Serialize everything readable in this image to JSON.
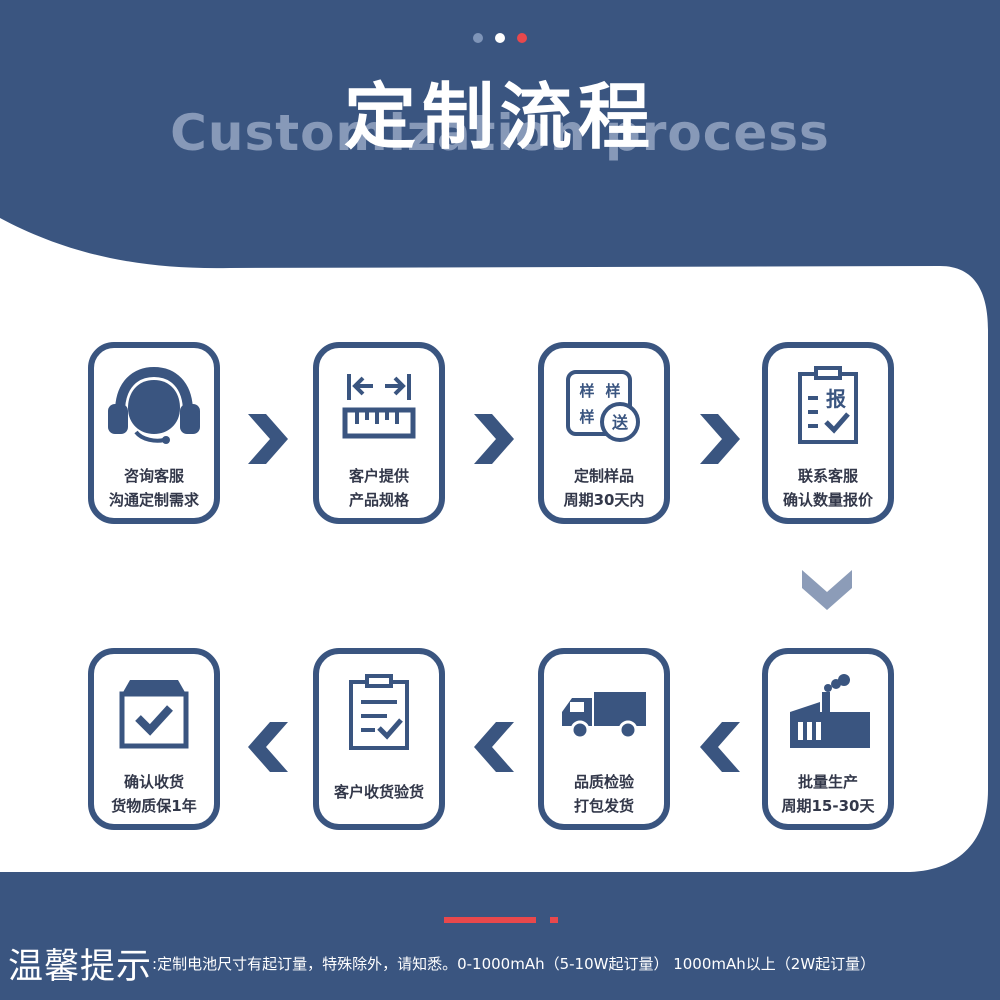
{
  "colors": {
    "primary": "#3a5580",
    "white": "#ffffff",
    "accent_red": "#e8484c",
    "dot_gray": "#7f95b8",
    "arrow_down": "#8c9cb8"
  },
  "header": {
    "title_zh": "定制流程",
    "title_en": "Customization process"
  },
  "steps": [
    {
      "icon": "headset-icon",
      "line1": "咨询客服",
      "line2": "沟通定制需求"
    },
    {
      "icon": "ruler-icon",
      "line1": "客户提供",
      "line2": "产品规格"
    },
    {
      "icon": "sample-box-icon",
      "line1": "定制样品",
      "line2": "周期30天内",
      "glyphs": [
        "样",
        "样",
        "样",
        "送"
      ]
    },
    {
      "icon": "quote-clipboard-icon",
      "line1": "联系客服",
      "line2": "确认数量报价",
      "glyph": "报"
    },
    {
      "icon": "factory-icon",
      "line1": "批量生产",
      "line2": "周期15-30天"
    },
    {
      "icon": "truck-icon",
      "line1": "品质检验",
      "line2": "打包发货"
    },
    {
      "icon": "checklist-clipboard-icon",
      "line1": "客户收货验货",
      "line2": ""
    },
    {
      "icon": "checked-box-icon",
      "line1": "确认收货",
      "line2": "货物质保1年"
    }
  ],
  "footer": {
    "tips_head": "温馨提示",
    "tips_text": ":定制电池尺寸有起订量，特殊除外，请知悉。0-1000mAh（5-10W起订量）   1000mAh以上（2W起订量）"
  }
}
